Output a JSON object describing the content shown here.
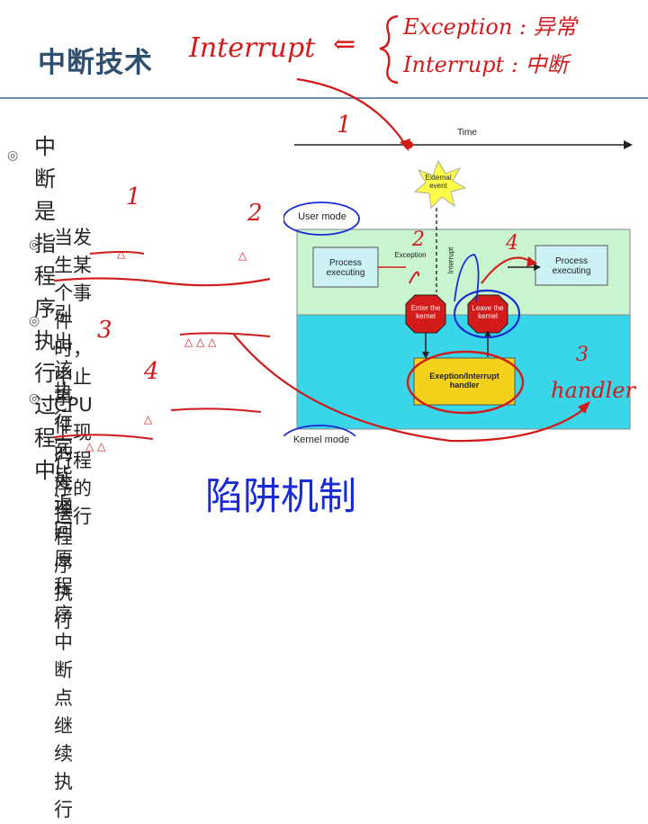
{
  "slide": {
    "title": "中断技术"
  },
  "bullets": [
    {
      "text_line1": "中断是指程序执行过程",
      "text_line2": "中"
    },
    {
      "text_line1": "当发生某个事件时，中止",
      "text_line2": "CPU上现行程序的运行"
    },
    {
      "text_line1": "引出该事件的处理程序执",
      "text_line2": "行"
    },
    {
      "text_line1": "执行完毕返回原程序中断",
      "text_line2": "点继续执行"
    }
  ],
  "annotations": {
    "interrupt": "Interrupt",
    "arrow": "⇐",
    "brace_line1": "Exception : 异常",
    "brace_line2": "Interrupt : 中断",
    "handler": "handler",
    "trap": "陷阱机制",
    "numbers": [
      "1",
      "2",
      "3",
      "4"
    ]
  },
  "diagram": {
    "time_label": "Time",
    "user_mode": "User mode",
    "kernel_mode": "Kernel mode",
    "external_event": "External event",
    "interrupt_label": "Interrupt",
    "exception_label": "Exception",
    "process_left": "Process executing",
    "process_right": "Process executing",
    "enter_kernel": "Enter the kernel",
    "leave_kernel": "Leave the kernel",
    "handler_box": "Exeption/Interrupt handler",
    "colors": {
      "user_band": "#c8f5cf",
      "kernel_band": "#39d6ea",
      "process_box": "#ccf2f6",
      "kernel_node": "#d41b1b",
      "handler_fill": "#f4d21c",
      "star": "#ffff4a",
      "pen_red": "#d11a1a",
      "pen_blue": "#1a2bd6"
    }
  }
}
